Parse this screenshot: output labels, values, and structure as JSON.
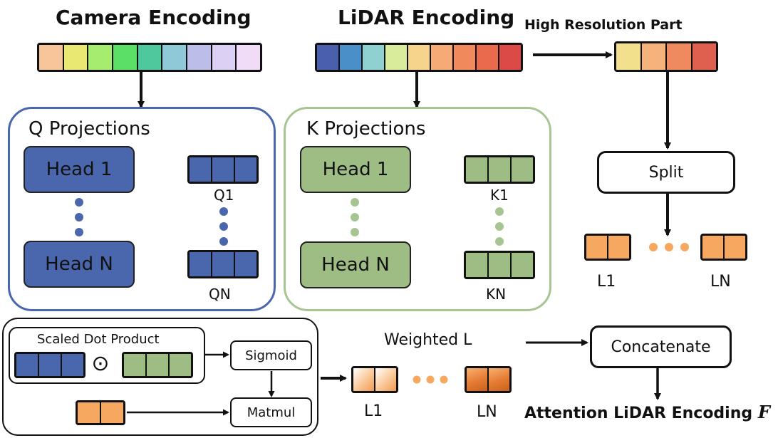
{
  "titles": {
    "camera": "Camera Encoding",
    "lidar": "LiDAR Encoding",
    "high_res": "High Resolution Part",
    "output": "Attention LiDAR Encoding",
    "output_symbol": "F"
  },
  "q_panel": {
    "title": "Q Projections",
    "head_first": "Head 1",
    "head_last": "Head N",
    "out_first": "Q1",
    "out_last": "QN"
  },
  "k_panel": {
    "title": "K Projections",
    "head_first": "Head 1",
    "head_last": "Head N",
    "out_first": "K1",
    "out_last": "KN"
  },
  "split": {
    "label": "Split",
    "out_first": "L1",
    "out_last": "LN"
  },
  "attention": {
    "scaled_dot_product": "Scaled Dot Product",
    "dot_operator": "⊙",
    "sigmoid": "Sigmoid",
    "matmul": "Matmul"
  },
  "weighted": {
    "title": "Weighted L",
    "out_first": "L1",
    "out_last": "LN"
  },
  "concat": {
    "label": "Concatenate"
  },
  "colors": {
    "q_blue": "#4a66ad",
    "q_border": "#4a66ad",
    "k_green": "#9dbd85",
    "k_border": "#a7c593",
    "orange": "#f6a760",
    "camera_cells": [
      "#f8c49a",
      "#e8e872",
      "#a6ec6e",
      "#5cdf66",
      "#4ec89c",
      "#8fc9d8",
      "#bcbde8",
      "#dcd0f4",
      "#f0dcf6"
    ],
    "lidar_cells": [
      "#4a5fae",
      "#4a8fc8",
      "#8fd0d0",
      "#d8ec9c",
      "#f6d48c",
      "#f6aa76",
      "#f08a5c",
      "#ea6a4e",
      "#dc4a48"
    ],
    "high_res_cells": [
      "#f3e08d",
      "#f5b27a",
      "#ef8a5e",
      "#e06050"
    ]
  }
}
